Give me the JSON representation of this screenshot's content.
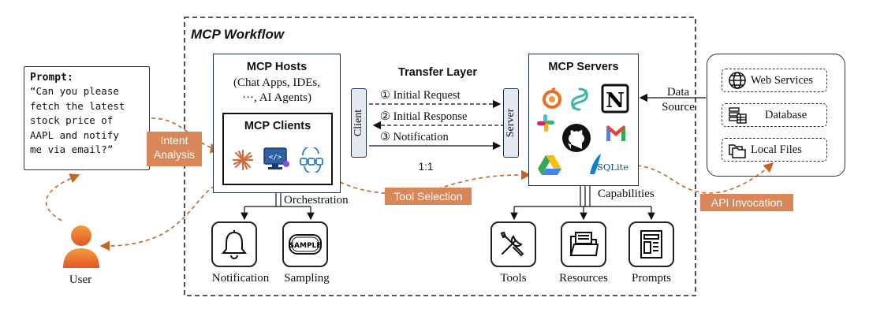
{
  "workflow_title": "MCP Workflow",
  "prompt": {
    "title": "Prompt:",
    "lines": [
      "“Can you please",
      "fetch the latest",
      "stock price of",
      "AAPL and notify",
      "me via email?”"
    ]
  },
  "tags": {
    "intent": [
      "Intent",
      "Analysis"
    ],
    "tool_selection": "Tool Selection",
    "api_invocation": "API Invocation"
  },
  "user_label": "User",
  "hosts": {
    "title": "MCP Hosts",
    "subtitle_lines": [
      "(Chat Apps, IDEs,",
      "···, AI Agents)"
    ],
    "clients_title": "MCP Clients"
  },
  "orchestration_label": "Orchestration",
  "host_capabilities": [
    "Notification",
    "Sampling"
  ],
  "transfer": {
    "title": "Transfer Layer",
    "client_label": "Client",
    "server_label": "Server",
    "messages": [
      "① Initial Request",
      "② Initial Response",
      "③ Notification"
    ],
    "ratio": "1:1"
  },
  "servers": {
    "title": "MCP Servers",
    "sqlite_label": "SQLite"
  },
  "capabilities_label": "Capabilities",
  "server_capabilities": [
    "Tools",
    "Resources",
    "Prompts"
  ],
  "data_source_lines": [
    "Data",
    "Source"
  ],
  "sources": [
    "Web Services",
    "Database",
    "Local Files"
  ],
  "icons": {
    "bell": "bell-icon",
    "sample": "sample-stamp-icon",
    "tools": "tools-icon",
    "resources": "folder-icon",
    "prompts": "document-icon"
  },
  "colors": {
    "accent_orange": "#d9875a",
    "navy": "#1f2d4d",
    "bar_fill": "#e4e8ef"
  }
}
